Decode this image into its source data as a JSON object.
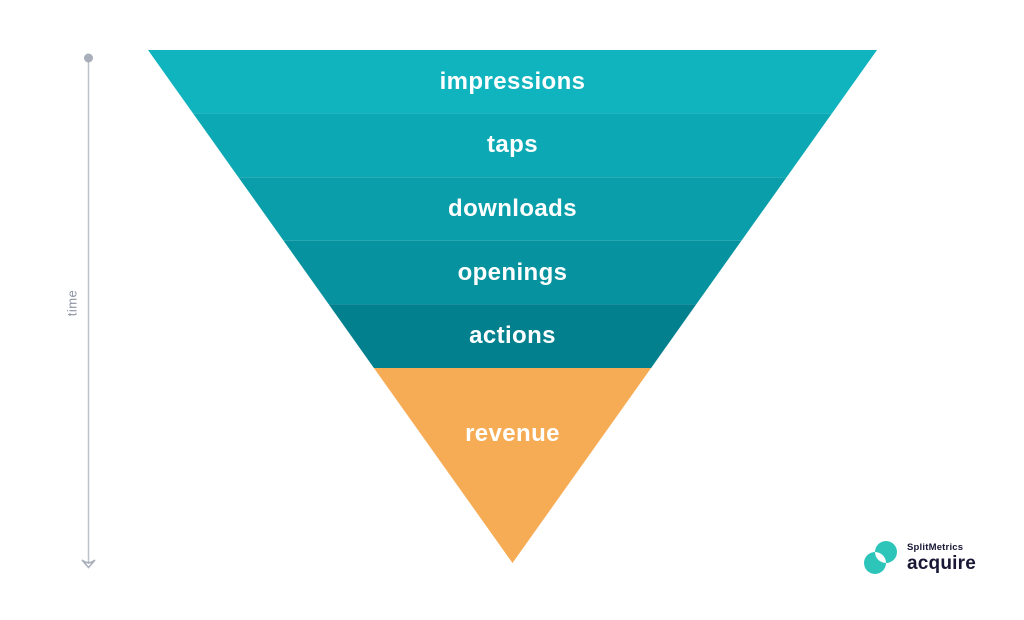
{
  "slide": {
    "background_color": "#ffffff"
  },
  "chart_data": {
    "type": "funnel",
    "orientation": "inverted-triangle",
    "title": "",
    "stages": [
      {
        "label": "impressions",
        "color": "#10b4be"
      },
      {
        "label": "taps",
        "color": "#0ca9b4"
      },
      {
        "label": "downloads",
        "color": "#099ea9"
      },
      {
        "label": "openings",
        "color": "#06929e"
      },
      {
        "label": "actions",
        "color": "#03808e"
      },
      {
        "label": "revenue",
        "color": "#f6ac55"
      }
    ],
    "stage_label_color": "#ffffff",
    "axis_label": "time"
  },
  "time_axis": {
    "label": "time",
    "line_color": "#bcc2cc",
    "dot_color": "#a8aeba",
    "label_color": "#8d93a3",
    "direction": "downward-arrow"
  },
  "logo": {
    "company": "SplitMetrics",
    "product": "acquire",
    "mark_color": "#2dc5ba",
    "text_color": "#181735"
  }
}
